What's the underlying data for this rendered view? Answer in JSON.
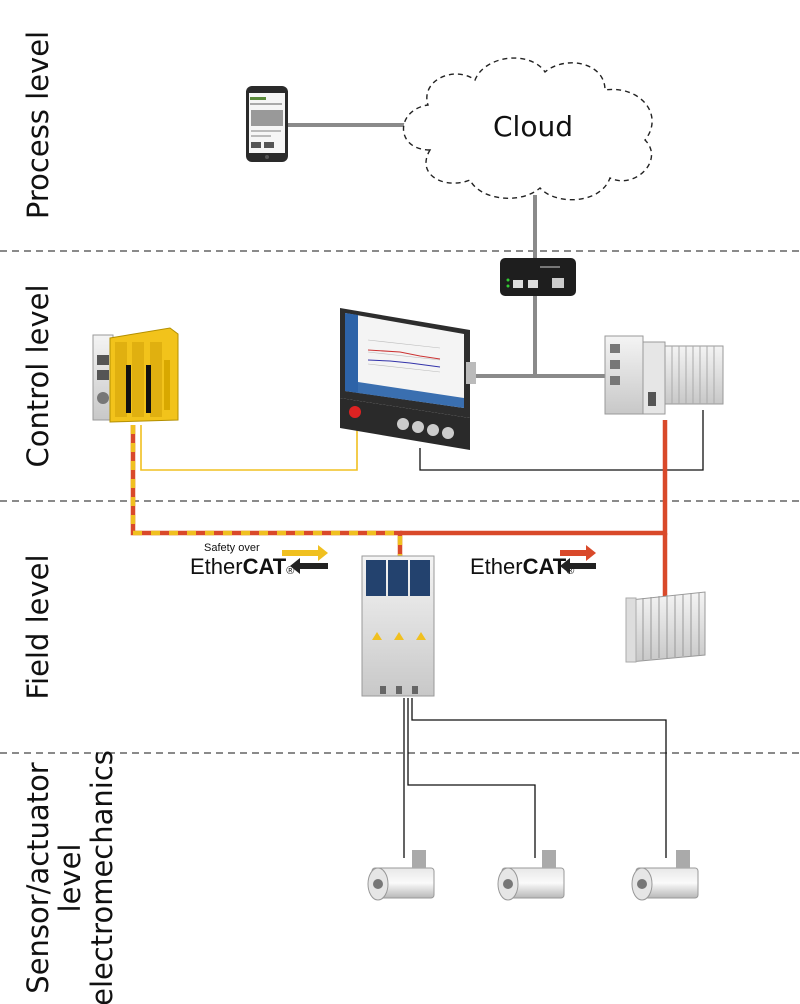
{
  "levels": [
    {
      "label": "Process level"
    },
    {
      "label": "Control level"
    },
    {
      "label": "Field level"
    },
    {
      "label": [
        "Sensor/actuator",
        "level",
        "electromechanics"
      ]
    }
  ],
  "cloud": {
    "label": "Cloud"
  },
  "ethercat_safety": {
    "prefix": "Safety over",
    "ether": "Ether",
    "cat": "CAT",
    "reg": "®"
  },
  "ethercat": {
    "ether": "Ether",
    "cat": "CAT",
    "reg": "®"
  },
  "colors": {
    "safety_yellow": "#f0c020",
    "ethercat_red": "#d9492a",
    "ethernet_gray": "#8a8a8a",
    "divider": "#444444"
  },
  "icons": [
    "smartphone-icon",
    "cloud-icon",
    "gateway-icon",
    "hmi-panel-icon",
    "safety-plc-icon",
    "controller-icon",
    "io-module-icon",
    "servo-drive-icon",
    "servo-motor-icon"
  ]
}
